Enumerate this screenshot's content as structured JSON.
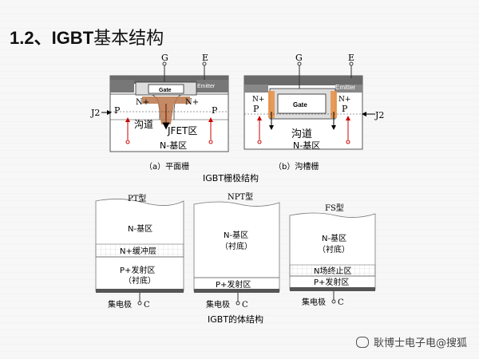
{
  "slide": {
    "title_num": "1.2、IGBT",
    "title_cn": "基本结构"
  },
  "gate_structure": {
    "caption": "IGBT栅极结构",
    "planar": {
      "G": "G",
      "E": "E",
      "gate": "Gate",
      "emitter": "Emitter",
      "n_plus_left": "N+",
      "n_plus_right": "N+",
      "p_left": "P",
      "p_right": "P",
      "j2": "J2",
      "channel": "沟道",
      "jfet": "JFET区",
      "nbase": "N-基区",
      "caption": "（a）平面栅"
    },
    "trench": {
      "G": "G",
      "E": "E",
      "gate": "Gate",
      "emitter": "Emitter",
      "n_plus_left": "N+",
      "n_plus_right": "N+",
      "p_left": "P",
      "p_right": "P",
      "j2": "J2",
      "channel": "沟道",
      "nbase": "N-基区",
      "caption": "（b）沟槽栅"
    }
  },
  "body_structure": {
    "caption": "IGBT的体结构",
    "pt": {
      "title": "PT型",
      "nbase": "N-基区",
      "buffer": "N+缓冲层",
      "pemit": "P+发射区",
      "sub": "（衬底）",
      "collector": "集电极",
      "c": "C"
    },
    "npt": {
      "title": "NPT型",
      "nbase": "N-基区",
      "sub": "（衬底）",
      "pemit": "P+发射区",
      "collector": "集电极",
      "c": "C"
    },
    "fs": {
      "title": "FS型",
      "nbase": "N-基区",
      "sub": "（衬底）",
      "stop": "N场终止区",
      "pemit": "P+发射区",
      "collector": "集电极",
      "c": "C"
    }
  },
  "watermark": "耿博士电子电@搜狐"
}
